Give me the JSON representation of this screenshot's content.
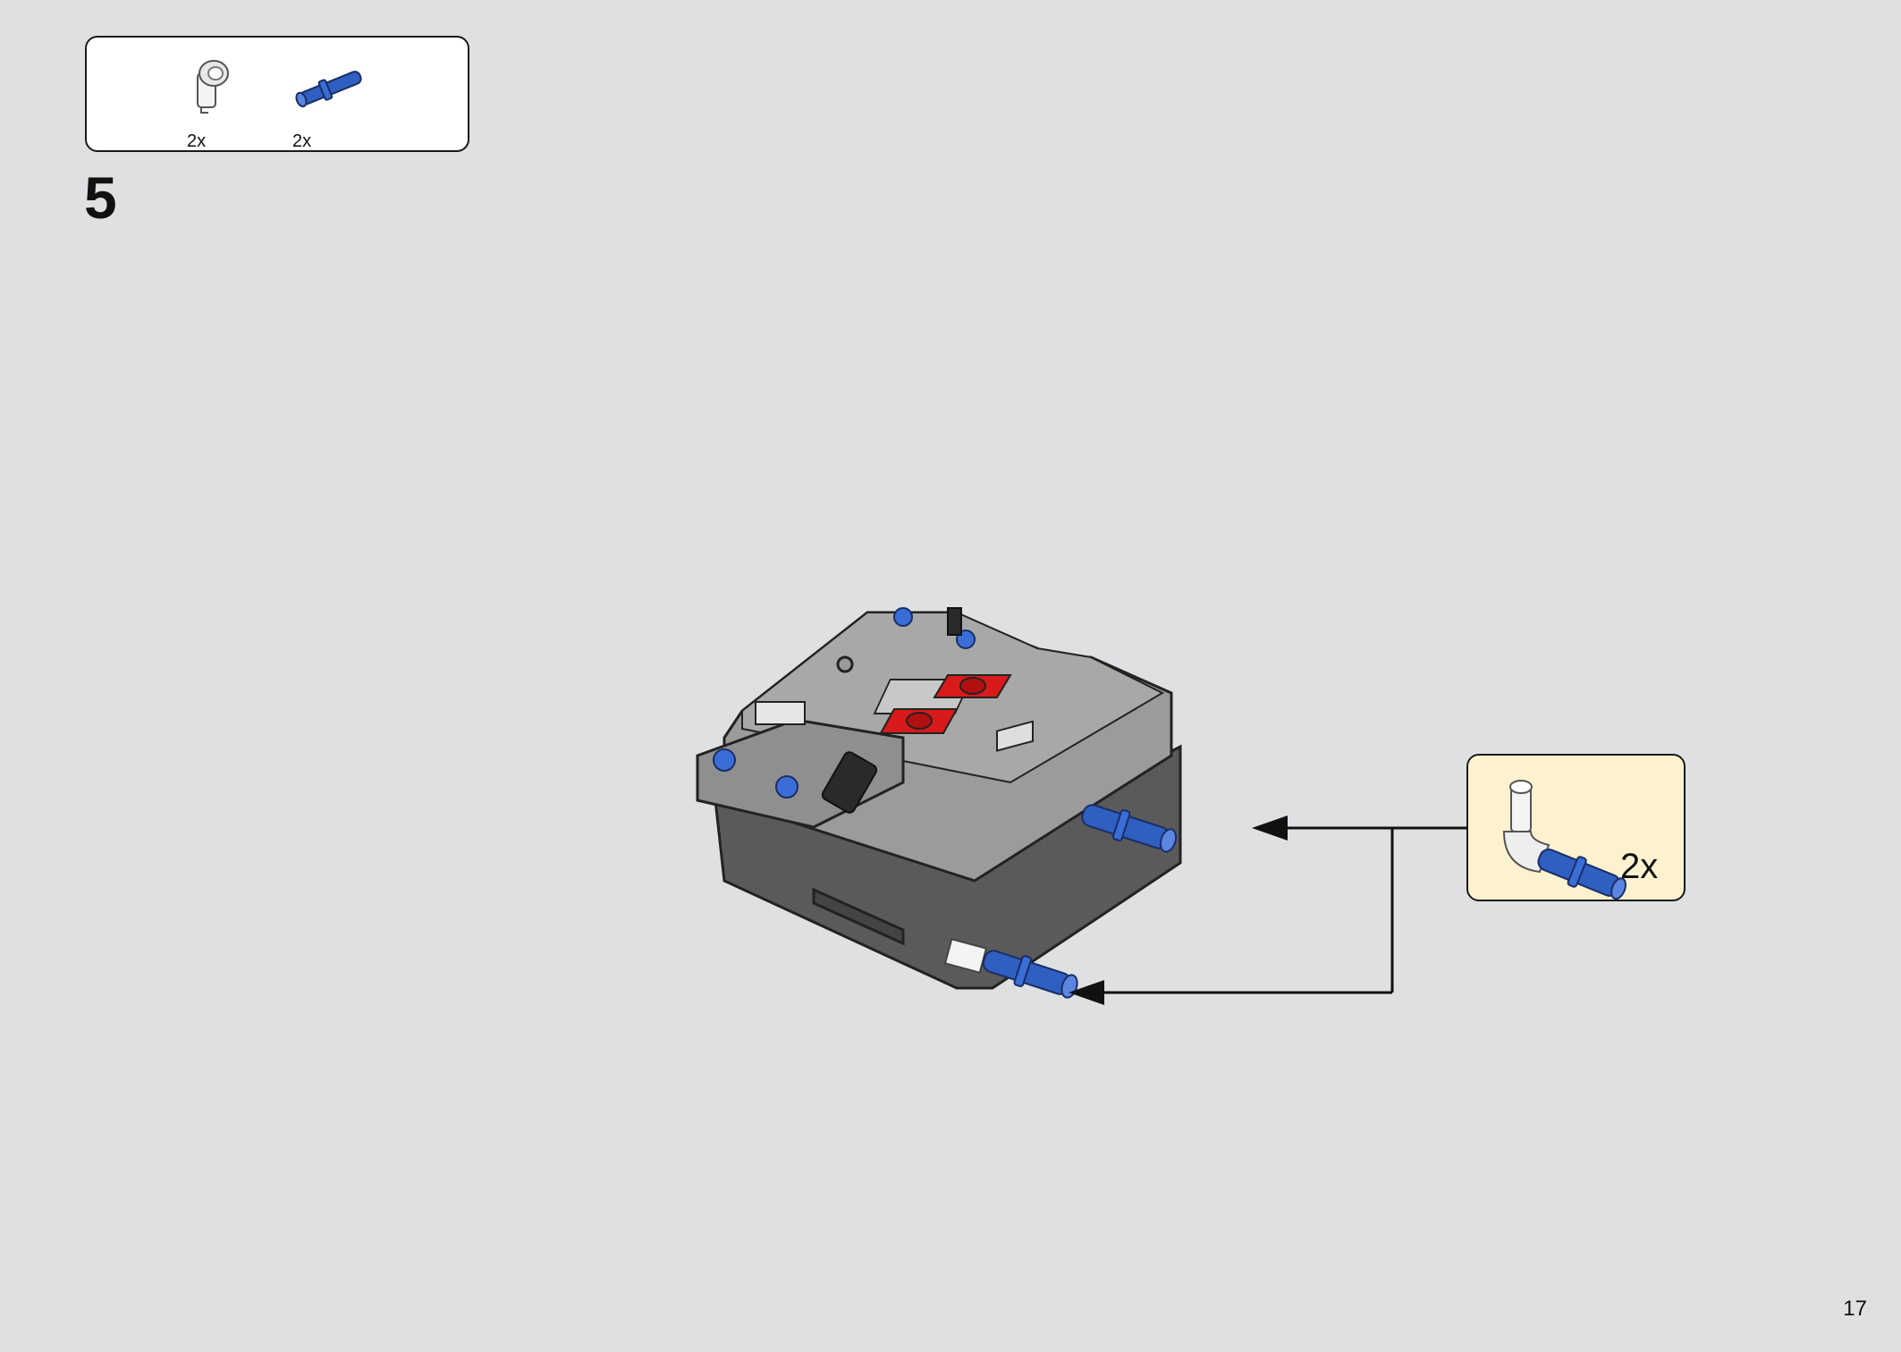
{
  "parts_list": {
    "items": [
      {
        "name": "white-pin-connector",
        "quantity": "2x"
      },
      {
        "name": "blue-axle-pin",
        "quantity": "2x"
      }
    ]
  },
  "step": {
    "number": "5"
  },
  "callout": {
    "quantity": "2x"
  },
  "page": {
    "number": "17"
  },
  "colors": {
    "background": "#dfe0e2",
    "callout_bg": "#fdf2cf",
    "pin_blue": "#2f5fc0",
    "button_red": "#d91a1a",
    "hub_light_gray": "#9b9b9b",
    "hub_dark_gray": "#5a5a5a"
  }
}
